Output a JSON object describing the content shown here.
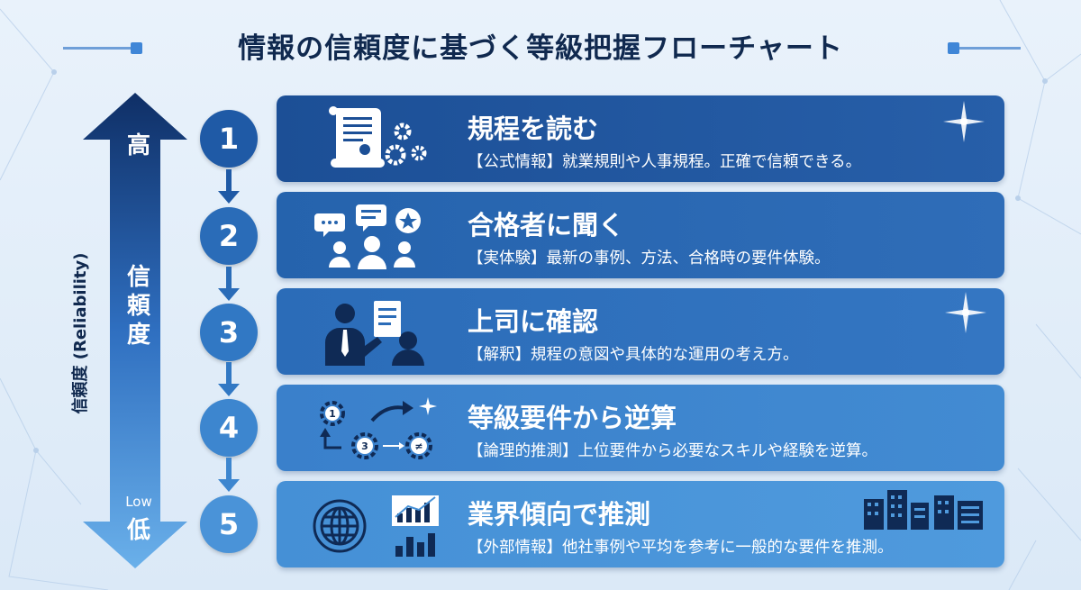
{
  "title": "情報の信頼度に基づく等級把握フローチャート",
  "reliability_axis": {
    "high": "高",
    "middle_chars": [
      "信",
      "頼",
      "度"
    ],
    "low_en": "Low",
    "low": "低",
    "side_label": "信頼度 (Reliability)"
  },
  "colors": {
    "title": "#10294f",
    "step1": "#1f5aa6",
    "step2": "#2a6cb8",
    "step3": "#3178c4",
    "step4": "#3d86cf",
    "step5": "#4a93d8"
  },
  "steps": [
    {
      "number": "1",
      "heading": "規程を読む",
      "description": "【公式情報】就業規則や人事規程。正確で信頼できる。",
      "icon": "document-gears-icon"
    },
    {
      "number": "2",
      "heading": "合格者に聞く",
      "description": "【実体験】最新の事例、方法、合格時の要件体験。",
      "icon": "people-chat-icon"
    },
    {
      "number": "3",
      "heading": "上司に確認",
      "description": "【解釈】規程の意図や具体的な運用の考え方。",
      "icon": "boss-presenting-icon"
    },
    {
      "number": "4",
      "heading": "等級要件から逆算",
      "description": "【論理的推測】上位要件から必要なスキルや経験を逆算。",
      "icon": "gears-calculation-icon"
    },
    {
      "number": "5",
      "heading": "業界傾向で推測",
      "description": "【外部情報】他社事例や平均を参考に一般的な要件を推測。",
      "icon": "globe-chart-icon"
    }
  ]
}
